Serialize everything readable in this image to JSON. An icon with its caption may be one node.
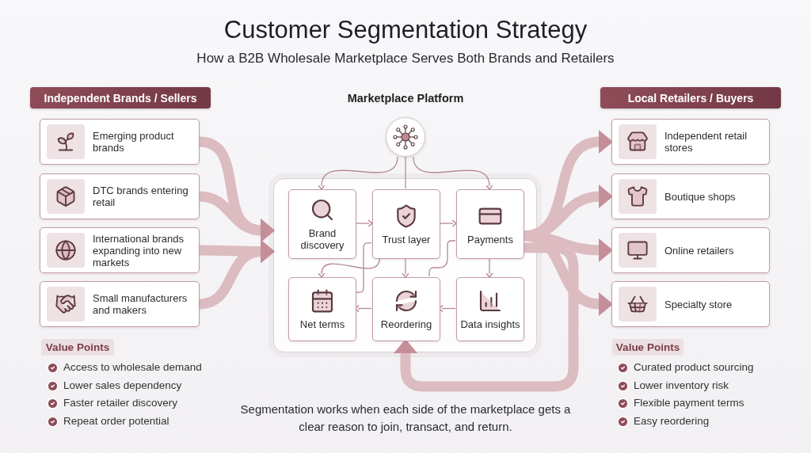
{
  "diagram": {
    "title": "Customer Segmentation Strategy",
    "caption": "Segmentation works when each side of the marketplace gets a clear reason to join, transact, and return.",
    "nodes": [
      {
        "text": [
          "Independent Brands / Sellers"
        ]
      },
      {
        "text": [
          "Emerging product brands"
        ]
      },
      {
        "text": [
          "DTC brands entering retail"
        ]
      },
      {
        "text": [
          "International brands expanding into new markets"
        ]
      },
      {
        "text": [
          "Small manufacturers and makers"
        ]
      },
      {
        "text": [],
        "shape": "box"
      },
      {
        "text": [],
        "shape": "circle"
      },
      {
        "text": [
          "Brand discovery"
        ],
        "in": 5
      },
      {
        "text": [
          "Trust layer"
        ],
        "in": 5
      },
      {
        "text": [
          "Payments"
        ],
        "in": 5
      },
      {
        "text": [
          "Net terms"
        ],
        "in": 5
      },
      {
        "text": [
          "Reordering"
        ],
        "in": 5
      },
      {
        "text": [
          "Data insights"
        ],
        "in": 5
      },
      {
        "text": [
          "Local Retailers / Buyers"
        ]
      },
      {
        "text": [
          "Independent retail stores"
        ]
      },
      {
        "text": [
          "Boutique shops"
        ]
      },
      {
        "text": [
          "Online retailers"
        ]
      },
      {
        "text": [
          "Specialty store"
        ]
      },
      {
        "text": [
          "Value Points"
        ]
      },
      {
        "text": [
          "Value Points"
        ]
      }
    ],
    "edges": [
      {
        "from": 1,
        "to": 5,
        "arrow": "to",
        "style": "thick",
        "color": "#dcbcc1"
      },
      {
        "from": 2,
        "to": 5,
        "arrow": "to",
        "style": "thick",
        "color": "#dcbcc1"
      },
      {
        "from": 3,
        "to": 5,
        "arrow": "to",
        "style": "thick",
        "color": "#dcbcc1"
      },
      {
        "from": 4,
        "to": 5,
        "arrow": "to",
        "style": "thick",
        "color": "#dcbcc1"
      },
      {
        "from": 6,
        "to": 7,
        "arrow": "to"
      },
      {
        "from": 6,
        "to": 8,
        "arrow": "none"
      },
      {
        "from": 6,
        "to": 9,
        "arrow": "to"
      },
      {
        "from": 7,
        "to": 8,
        "arrow": "to"
      },
      {
        "from": 8,
        "to": 9,
        "arrow": "to"
      },
      {
        "from": 8,
        "to": 10,
        "arrow": "to"
      },
      {
        "from": 8,
        "to": 11,
        "arrow": "to"
      },
      {
        "from": 9,
        "to": 12,
        "arrow": "to"
      },
      {
        "from": 12,
        "to": 11,
        "arrow": "to"
      },
      {
        "from": 11,
        "to": 10,
        "arrow": "to"
      },
      {
        "from": 11,
        "to": 9,
        "arrow": "none"
      },
      {
        "from": 10,
        "to": 8,
        "arrow": "none"
      },
      {
        "from": 9,
        "to": 14,
        "arrow": "to",
        "style": "thick",
        "color": "#dcbcc1"
      },
      {
        "from": 9,
        "to": 15,
        "arrow": "to",
        "style": "thick",
        "color": "#dcbcc1"
      },
      {
        "from": 9,
        "to": 16,
        "arrow": "to",
        "style": "thick",
        "color": "#dcbcc1"
      },
      {
        "from": 9,
        "to": 17,
        "arrow": "to",
        "style": "thick",
        "color": "#dcbcc1"
      },
      {
        "from": 9,
        "to": 11,
        "arrow": "to",
        "style": "thick",
        "color": "#dcbcc1"
      }
    ],
    "labels": [
      "How a B2B Wholesale Marketplace Serves Both Brands and Retailers",
      "Marketplace Platform",
      "Access to wholesale demand",
      "Lower sales dependency",
      "Faster retailer discovery",
      "Repeat order potential",
      "Curated product sourcing",
      "Lower inventory risk",
      "Flexible payment terms",
      "Easy reordering"
    ]
  }
}
